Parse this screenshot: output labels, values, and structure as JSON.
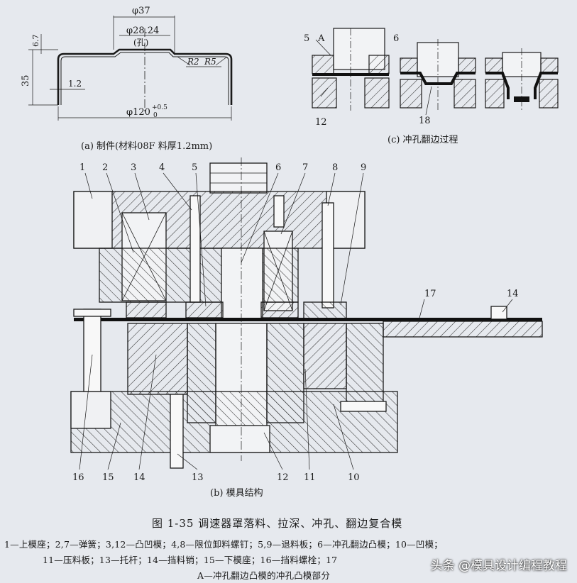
{
  "part_drawing": {
    "dim_outer_top": "φ37",
    "dim_hole": "φ28.24",
    "dim_hole_note": "(孔)",
    "dim_height": "35",
    "dim_flange": "6.7",
    "dim_thickness": "1.2",
    "dim_r2": "R2",
    "dim_r5": "R5",
    "dim_diameter": "φ120",
    "dim_tol_upper": "+0.5",
    "dim_tol_lower": "0",
    "caption": "(a) 制件(材料08F   料厚1.2mm)"
  },
  "process": {
    "label_5": "5",
    "label_A": "A",
    "label_6": "6",
    "label_12": "12",
    "label_18": "18",
    "caption": "(c) 冲孔翻边过程"
  },
  "die": {
    "top_labels": [
      "1",
      "2",
      "3",
      "4",
      "5",
      "6",
      "7",
      "8",
      "9"
    ],
    "bottom_labels": [
      "16",
      "15",
      "14",
      "13",
      "12",
      "11",
      "10"
    ],
    "label_17": "17",
    "label_14r": "14",
    "caption": "(b) 模具结构"
  },
  "figure": {
    "title": "图 1-35   调速器罩落料、拉深、冲孔、翻边复合模",
    "legend_line1": "1—上模座；2,7—弹簧；3,12—凸凹模；4,8—限位卸料螺钉；5,9—退料板；6—冲孔翻边凸模；10—凹模；",
    "legend_line2": "11—压料板；13—托杆；14—挡料销；15—下模座；16—挡料螺栓；17",
    "legend_line3": "A—冲孔翻边凸模的冲孔凸模部分"
  },
  "watermark": "头条 @模具设计编程教程",
  "colors": {
    "paper": "#e6e9ee",
    "ink": "#1a1a1a",
    "hatch": "#3a3a3a"
  }
}
